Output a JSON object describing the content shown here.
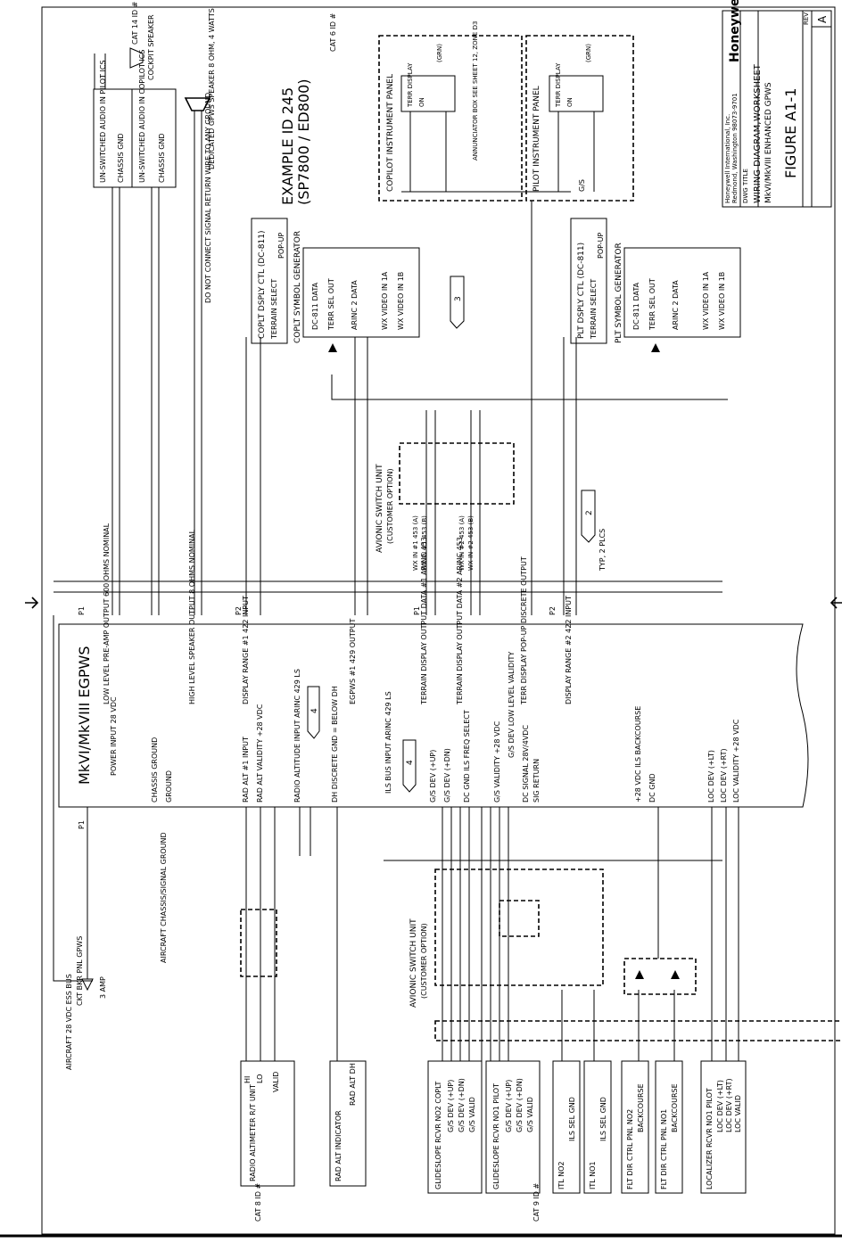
{
  "title_block": {
    "company": "Honeywell",
    "company_small_1": "Honeywell International, Inc.",
    "company_small_2": "Redmond, Washington 98073-9701",
    "dwg_title_label": "DWG TITLE",
    "dwg_title": "WIRING DIAGRAM,",
    "dwg_subtitle": "MkVI/MkVIII ENHANCED GPWS",
    "worksheet": "WORKSHEET",
    "figure": "FIGURE A1-1",
    "rev_label": "REV",
    "rev": "A"
  },
  "example": {
    "line1": "EXAMPLE ID 245",
    "line2": "(SP7800 / ED800)"
  },
  "egpws_unit": {
    "name": "MkVI/MkVIII EGPWS",
    "p1": "P1",
    "p2": "P2",
    "power": "POWER INPUT 28 VDC",
    "chassis_ground": "CHASSIS GROUND",
    "ground": "GROUND",
    "low_level": "LOW LEVEL PRE-AMP OUTPUT 600 OHMS NOMINAL",
    "high_level": "HIGH LEVEL SPEAKER OUTPUT 8 OHMS NOMINAL",
    "display_range": "DISPLAY RANGE #1 422 INPUT",
    "egpws_out": "EGPWS #1 429 OUTPUT",
    "terrain_display_1": "TERRAIN DISPLAY OUTPUT DATA #1 ARINC 453",
    "terrain_display_2": "TERRAIN DISPLAY OUTPUT DATA #2 ARINC 453",
    "terr_display_popup": "TERR DISPLAY POP-UP DISCRETE OUTPUT",
    "display_range_2": "DISPLAY RANGE #2 422 INPUT",
    "rad_alt": "RAD ALT #1 INPUT",
    "rad_alt_validity": "RAD ALT VALIDITY +28 VDC",
    "radio_altitude": "RADIO ALTITUDE INPUT ARINC 429 LS",
    "dh_discrete": "DH DISCRETE GND = BELOW DH",
    "ils_bus": "ILS BUS INPUT ARINC 429 LS",
    "gs_dev_up": "G/S DEV (+UP)",
    "gs_dev_dn": "G/S DEV (+DN)",
    "dc_gnd_ils": "DC GND ILS FREQ SELECT",
    "gs_validity": "G/S VALIDITY +28 VDC",
    "gs_dev_low": "G/S DEV LOW LEVEL VALIDITY",
    "dc_signal": "DC SIGNAL 28V/4VDC",
    "sig_return": "SIG RETURN",
    "ils_backcourse": "+28 VDC ILS BACKCOURSE",
    "dc_gnd": "DC GND",
    "loc_dev_lt": "LOC DEV (+LT)",
    "loc_dev_rt": "LOC DEV (+RT)",
    "loc_validity": "LOC VALIDITY +28 VDC"
  },
  "speakers": {
    "cockpit_speaker": "COCKPIT SPEAKER",
    "dedicated": "DEDICATED GPWS SPEAKER 8 OHM, 4 WATTS",
    "do_not_connect": "DO NOT CONNECT SIGNAL RETURN WIRE TO ANY GROUND",
    "cat14": "CAT 14 ID #",
    "cat6": "CAT 6 ID #",
    "pilot_audio": "UN-SWITCHED AUDIO IN PILOT ICS",
    "copilot_audio": "UN-SWITCHED AUDIO IN COPILOT ICS",
    "chassis_gnd": "CHASSIS GND"
  },
  "copilot_panel": {
    "title": "COPILOT INSTRUMENT PANEL",
    "terr_display": "TERR DISPLAY",
    "terr_on": "ON",
    "gnd": "(GRN)",
    "annunciator": "ANNUNCIATOR BOX SEE SHEET 12, ZONE D3",
    "gs": "G/S"
  },
  "pilot_panel": {
    "title": "PILOT INSTRUMENT PANEL",
    "terr_display": "TERR DISPLAY",
    "terr_on": "ON",
    "gnd": "(GRN)"
  },
  "copilot_ctl": {
    "title": "COPLT DSPLY CTL (DC-811)",
    "terrain_select": "TERRAIN SELECT",
    "popup": "POP-UP"
  },
  "copilot_symbol": {
    "title": "COPLT SYMBOL GENERATOR",
    "dc811": "DC-811 DATA",
    "terr_sel": "TERR SEL OUT",
    "arinc": "ARINC 2 DATA",
    "wx_1a": "WX VIDEO IN 1A",
    "wx_1b": "WX VIDEO IN 1B"
  },
  "pilot_ctl": {
    "title": "PLT DSPLY CTL (DC-811)",
    "terrain_select": "TERRAIN SELECT",
    "popup": "POP-UP"
  },
  "pilot_symbol": {
    "title": "PLT SYMBOL GENERATOR",
    "dc811": "DC-811 DATA",
    "terr_sel": "TERR SEL OUT",
    "arinc": "ARINC 2 DATA",
    "wx_1a": "WX VIDEO IN 1A",
    "wx_1b": "WX VIDEO IN 1B"
  },
  "avionic_switch_top": {
    "title": "AVIONIC SWITCH UNIT",
    "subtitle": "(CUSTOMER OPTION)",
    "wx1": "WX IN #1 453 (A)",
    "wx1b": "WX IN #1 453 (B)",
    "wx2": "WX IN #2 453 (A)",
    "wx2b": "WX IN #2 453 (B)",
    "typ": "TYP, 2 PLCS"
  },
  "avionic_switch_bottom": {
    "title": "AVIONIC SWITCH UNIT",
    "subtitle": "(CUSTOMER OPTION)"
  },
  "power_input": {
    "breaker": "CKT BKR PNL GPWS",
    "amp": "3 AMP",
    "aircraft": "AIRCRAFT 28 VDC ESS BUS",
    "aircraft_ground": "AIRCRAFT CHASSIS/SIGNAL GROUND"
  },
  "lower_boxes": {
    "radio_altimeter": "RADIO ALTIMETER R/T UNIT",
    "ra_hi": "HI",
    "ra_lo": "LO",
    "ra_valid": "VALID",
    "rad_alt_indicator": "RAD ALT INDICATOR",
    "rad_alt_dh": "RAD ALT DH",
    "cat8": "CAT 8 ID #",
    "glideslope_copilot": "GLIDESLOPE RCVR NO2 COPLT",
    "glideslope_pilot": "GLIDESLOPE RCVR NO1 PILOT",
    "gs_up": "G/S DEV (+UP)",
    "gs_dn": "G/S DEV (+DN)",
    "gs_valid": "G/S VALID",
    "itl2": "ITL NO2",
    "itl1": "ITL NO1",
    "ils_sel": "ILS SEL GND",
    "flt_dir_2": "FLT DIR CTRL PNL NO2",
    "flt_dir_1": "FLT DIR CTRL PNL NO1",
    "backcourse": "BACKCOURSE",
    "localizer": "LOCALIZER RCVR NO1 PILOT",
    "loc_lt": "LOC DEV (+LT)",
    "loc_rt": "LOC DEV (+RT)",
    "loc_valid": "LOC VALID",
    "cat9": "CAT 9 ID #"
  },
  "markers": {
    "m3": "3",
    "m4a": "4",
    "m4b": "4",
    "m2": "2"
  }
}
